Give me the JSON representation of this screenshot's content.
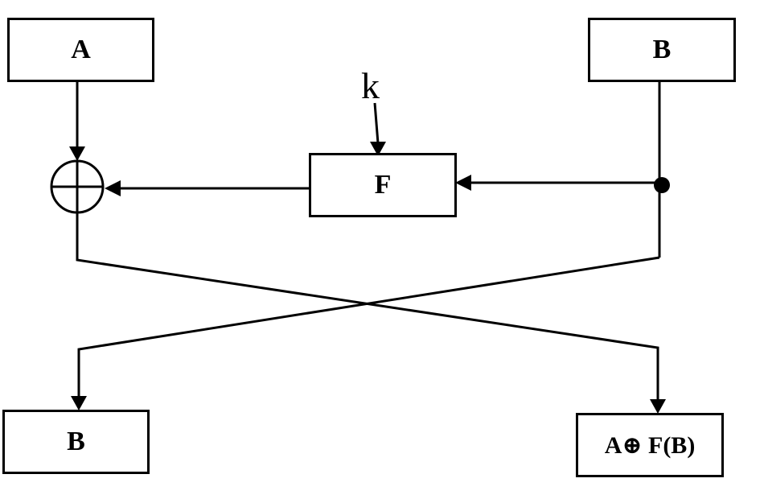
{
  "diagram": {
    "inputs": {
      "left_label": "A",
      "right_label": "B"
    },
    "function": {
      "label": "F",
      "key_label": "k"
    },
    "outputs": {
      "left_label": "B",
      "right_label": "A⊕ F(B)"
    },
    "colors": {
      "stroke": "#000000",
      "background": "#ffffff"
    }
  }
}
